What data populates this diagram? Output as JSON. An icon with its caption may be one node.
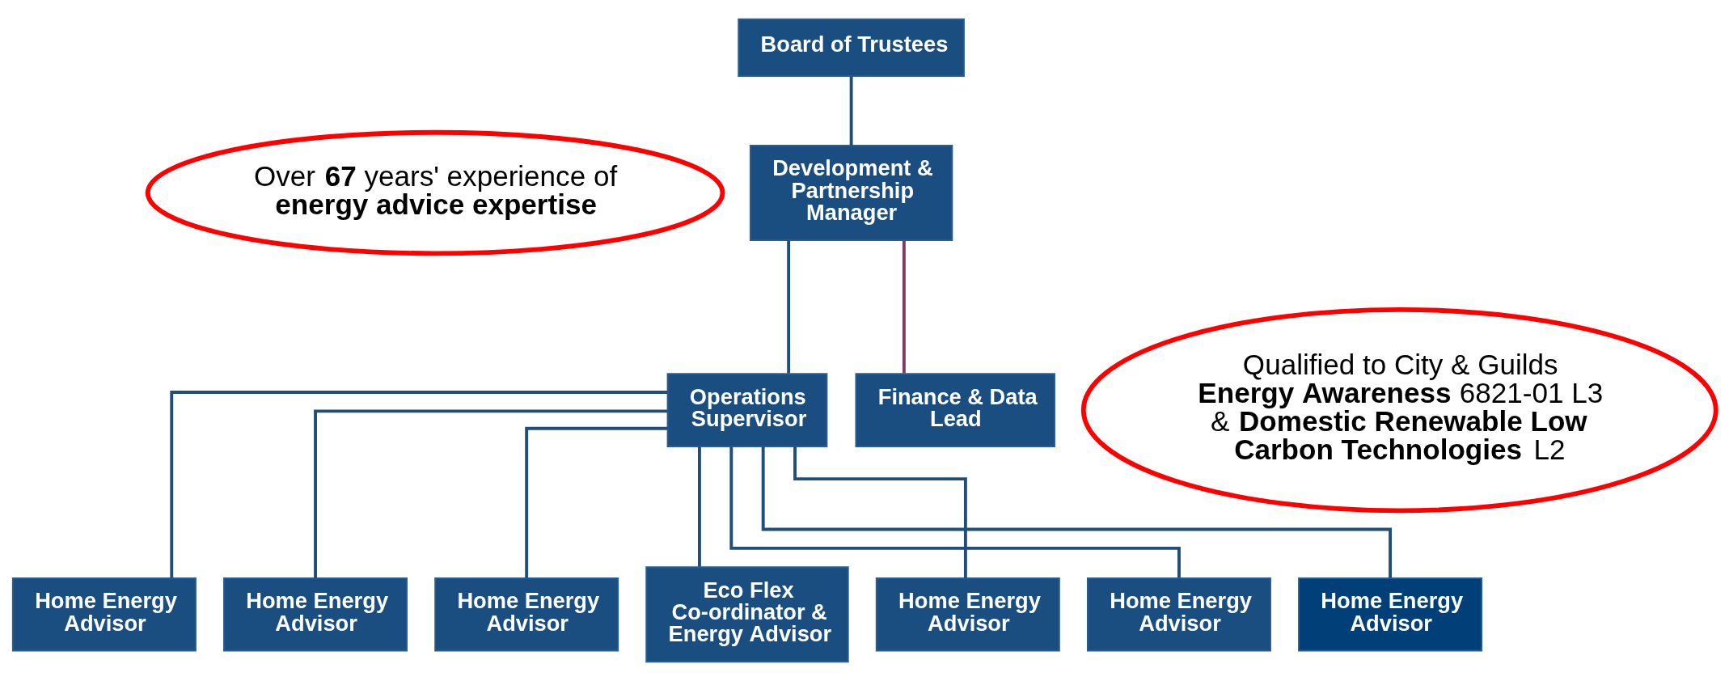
{
  "diagram": {
    "nodes": [
      {
        "text": [
          "Over **67** years' experience of **energy advice expertise**"
        ]
      },
      {
        "text": [
          "Board of Trustees"
        ]
      },
      {
        "text": [
          "Development & Partnership Manager"
        ]
      },
      {
        "text": [
          "Qualified to City & Guilds **Energy Awareness** 6821-01 L3 & **Domestic Renewable Low Carbon Technologies** L2"
        ]
      },
      {
        "text": [
          "Operations Supervisor"
        ]
      },
      {
        "text": [
          "Finance & Data Lead"
        ]
      },
      {
        "text": [
          "Home Energy Advisor"
        ]
      },
      {
        "text": [
          "Home Energy Advisor"
        ]
      },
      {
        "text": [
          "Home Energy Advisor"
        ]
      },
      {
        "text": [
          "Eco Flex Co-ordinator & Energy Advisor"
        ]
      },
      {
        "text": [
          "Home Energy Advisor"
        ]
      },
      {
        "text": [
          "Home Energy Advisor"
        ]
      },
      {
        "text": [
          "Home Energy Advisor"
        ]
      }
    ],
    "edges": [
      {
        "from": 1,
        "to": 2,
        "arrow": "none"
      },
      {
        "from": 2,
        "to": 4,
        "arrow": "none"
      },
      {
        "from": 2,
        "to": 5,
        "arrow": "none",
        "color": "#7d3c64"
      },
      {
        "from": 4,
        "to": 6,
        "arrow": "none"
      },
      {
        "from": 4,
        "to": 7,
        "arrow": "none"
      },
      {
        "from": 4,
        "to": 8,
        "arrow": "none"
      },
      {
        "from": 4,
        "to": 9,
        "arrow": "none"
      },
      {
        "from": 4,
        "to": 10,
        "arrow": "none"
      },
      {
        "from": 4,
        "to": 11,
        "arrow": "none"
      },
      {
        "from": 4,
        "to": 12,
        "arrow": "none"
      }
    ]
  }
}
